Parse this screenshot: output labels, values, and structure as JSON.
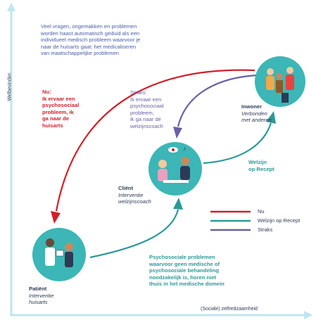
{
  "intro_text": [
    "Veel vragen, ongemakken en problemen",
    "worden haast automatisch geduid als een",
    "individueel medisch probleem waarvoor je",
    "naar de huisarts gaat: het medicaliseren",
    "van maatschappelijke problemen"
  ],
  "nu_text": [
    "Nu:",
    "Ik ervaar een",
    "psychosociaal",
    "probleem, ik",
    "ga naar de",
    "huisarts"
  ],
  "straks_text": [
    "Straks:",
    "Ik ervaar een",
    "psychosociaal",
    "probleem,",
    "ik ga naar de",
    "welzijnscoach"
  ],
  "inwoner": {
    "title": "Inwoner",
    "subtitle": [
      "Verbonden",
      "met anderen"
    ]
  },
  "welzijn_op_recept": [
    "Welzijn",
    "op Recept"
  ],
  "client": {
    "title": "Cliënt",
    "subtitle": [
      "Interventie",
      "welzijnscoach"
    ]
  },
  "patient": {
    "title": "Patiënt",
    "subtitle": [
      "Interventie",
      "huisarts"
    ]
  },
  "psychosocial_text": [
    "Psychosociale problemen",
    "waarvoor geen medische of",
    "psychosociale behandeling",
    "noodzakelijk is, horen niet",
    "thuis in het medische domein"
  ],
  "y_axis_label": "Welbevinden",
  "x_axis_label": "(Sociale) zelfredzaamheid",
  "legend": [
    {
      "label": "Nu",
      "color": "#d0202a"
    },
    {
      "label": "Welzijn op Recept",
      "color": "#2a9a98"
    },
    {
      "label": "Straks",
      "color": "#6b5fa6"
    }
  ],
  "colors": {
    "axis": "#bfe6ee",
    "red": "#d0202a",
    "teal": "#2a9a98",
    "purple": "#6b5fa6",
    "circle": "#3cb6b6"
  }
}
